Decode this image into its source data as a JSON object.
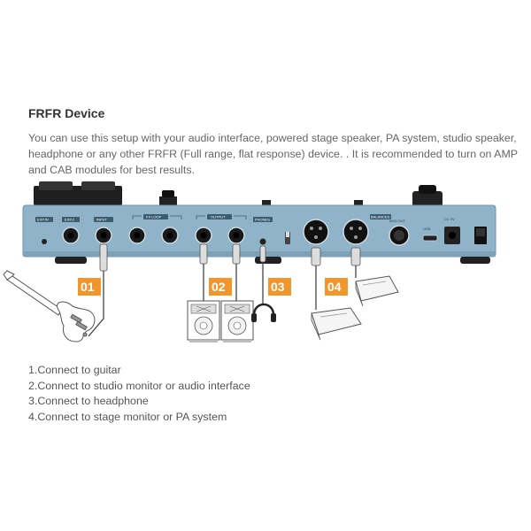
{
  "heading": "FRFR Device",
  "description": "You can use this setup with your audio interface, powered stage speaker, PA system, studio speaker, headphone or any other FRFR (Full range, flat response) device. . It is recommended to turn on AMP and CAB modules for best results.",
  "device": {
    "port_labels": [
      "EXP.IN",
      "EXP.2",
      "INPUT",
      "FX LOOP",
      "OUTPUT",
      "PHONES",
      "BALANCED",
      "MIDI OUT",
      "USB",
      "DC 9V"
    ]
  },
  "badges": [
    "01",
    "02",
    "03",
    "04"
  ],
  "colors": {
    "device_body": "#8fb3c9",
    "badge": "#f0962e",
    "cable": "#444444",
    "outline": "#555555"
  },
  "icons": [
    "electric-guitar-icon",
    "studio-speaker-icon",
    "headphones-icon",
    "stage-monitor-icon"
  ],
  "steps": [
    "1.Connect to guitar",
    "2.Connect to studio monitor or audio interface",
    "3.Connect to headphone",
    "4.Connect to stage monitor or PA system"
  ]
}
